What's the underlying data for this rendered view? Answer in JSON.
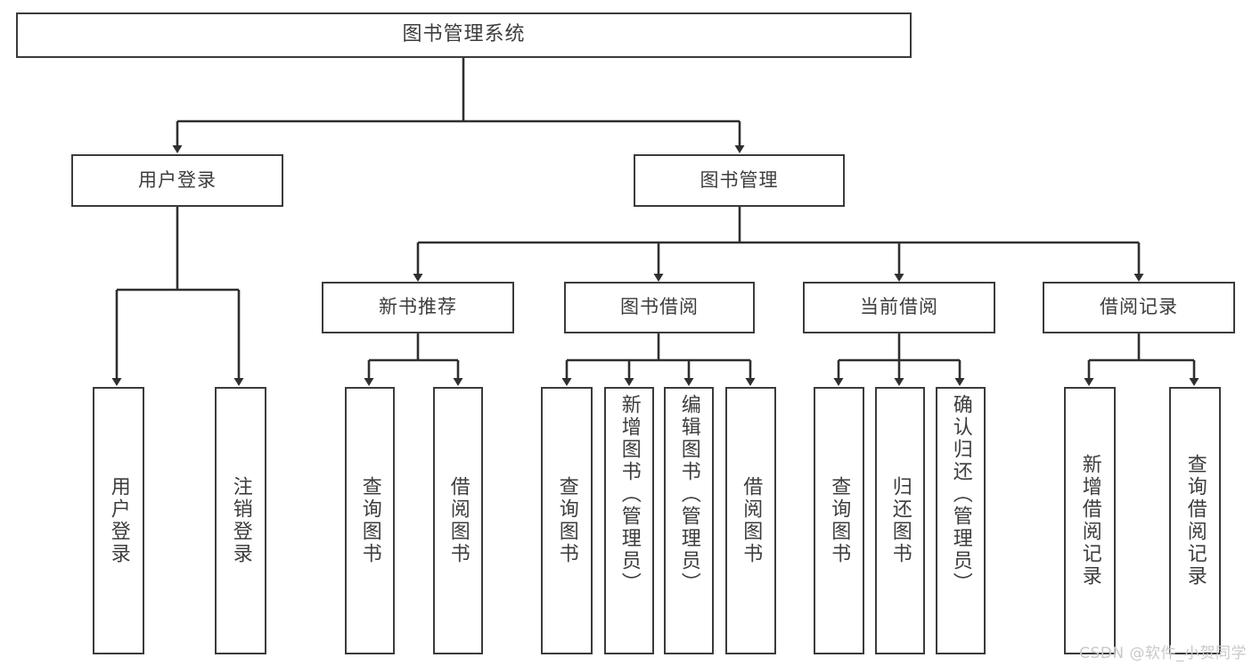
{
  "diagram": {
    "title": "图书管理系统",
    "type": "tree-hierarchy-diagram",
    "colors": {
      "box_border": "#3b3b3b",
      "box_fill": "#ffffff",
      "text": "#3d3d3d",
      "connector": "#2f2f2f",
      "watermark": "#c9c9c9",
      "background": "#ffffff"
    },
    "root": {
      "label": "图书管理系统"
    },
    "level2": [
      {
        "label": "用户登录"
      },
      {
        "label": "图书管理"
      }
    ],
    "level3": [
      {
        "label": "新书推荐"
      },
      {
        "label": "图书借阅"
      },
      {
        "label": "当前借阅"
      },
      {
        "label": "借阅记录"
      }
    ],
    "leaves": {
      "user_login": [
        {
          "label": "用户登录"
        },
        {
          "label": "注销登录"
        }
      ],
      "new_book_recommend": [
        {
          "label": "查询图书"
        },
        {
          "label": "借阅图书"
        }
      ],
      "book_borrow": [
        {
          "label": "查询图书"
        },
        {
          "label": "新增图书（管理员）"
        },
        {
          "label": "编辑图书（管理员）"
        },
        {
          "label": "借阅图书"
        }
      ],
      "current_borrow": [
        {
          "label": "查询图书"
        },
        {
          "label": "归还图书"
        },
        {
          "label": "确认归还（管理员）"
        }
      ],
      "borrow_record": [
        {
          "label": "新增借阅记录"
        },
        {
          "label": "查询借阅记录"
        }
      ]
    },
    "watermark": "CSDN @软件_小贺同学"
  }
}
